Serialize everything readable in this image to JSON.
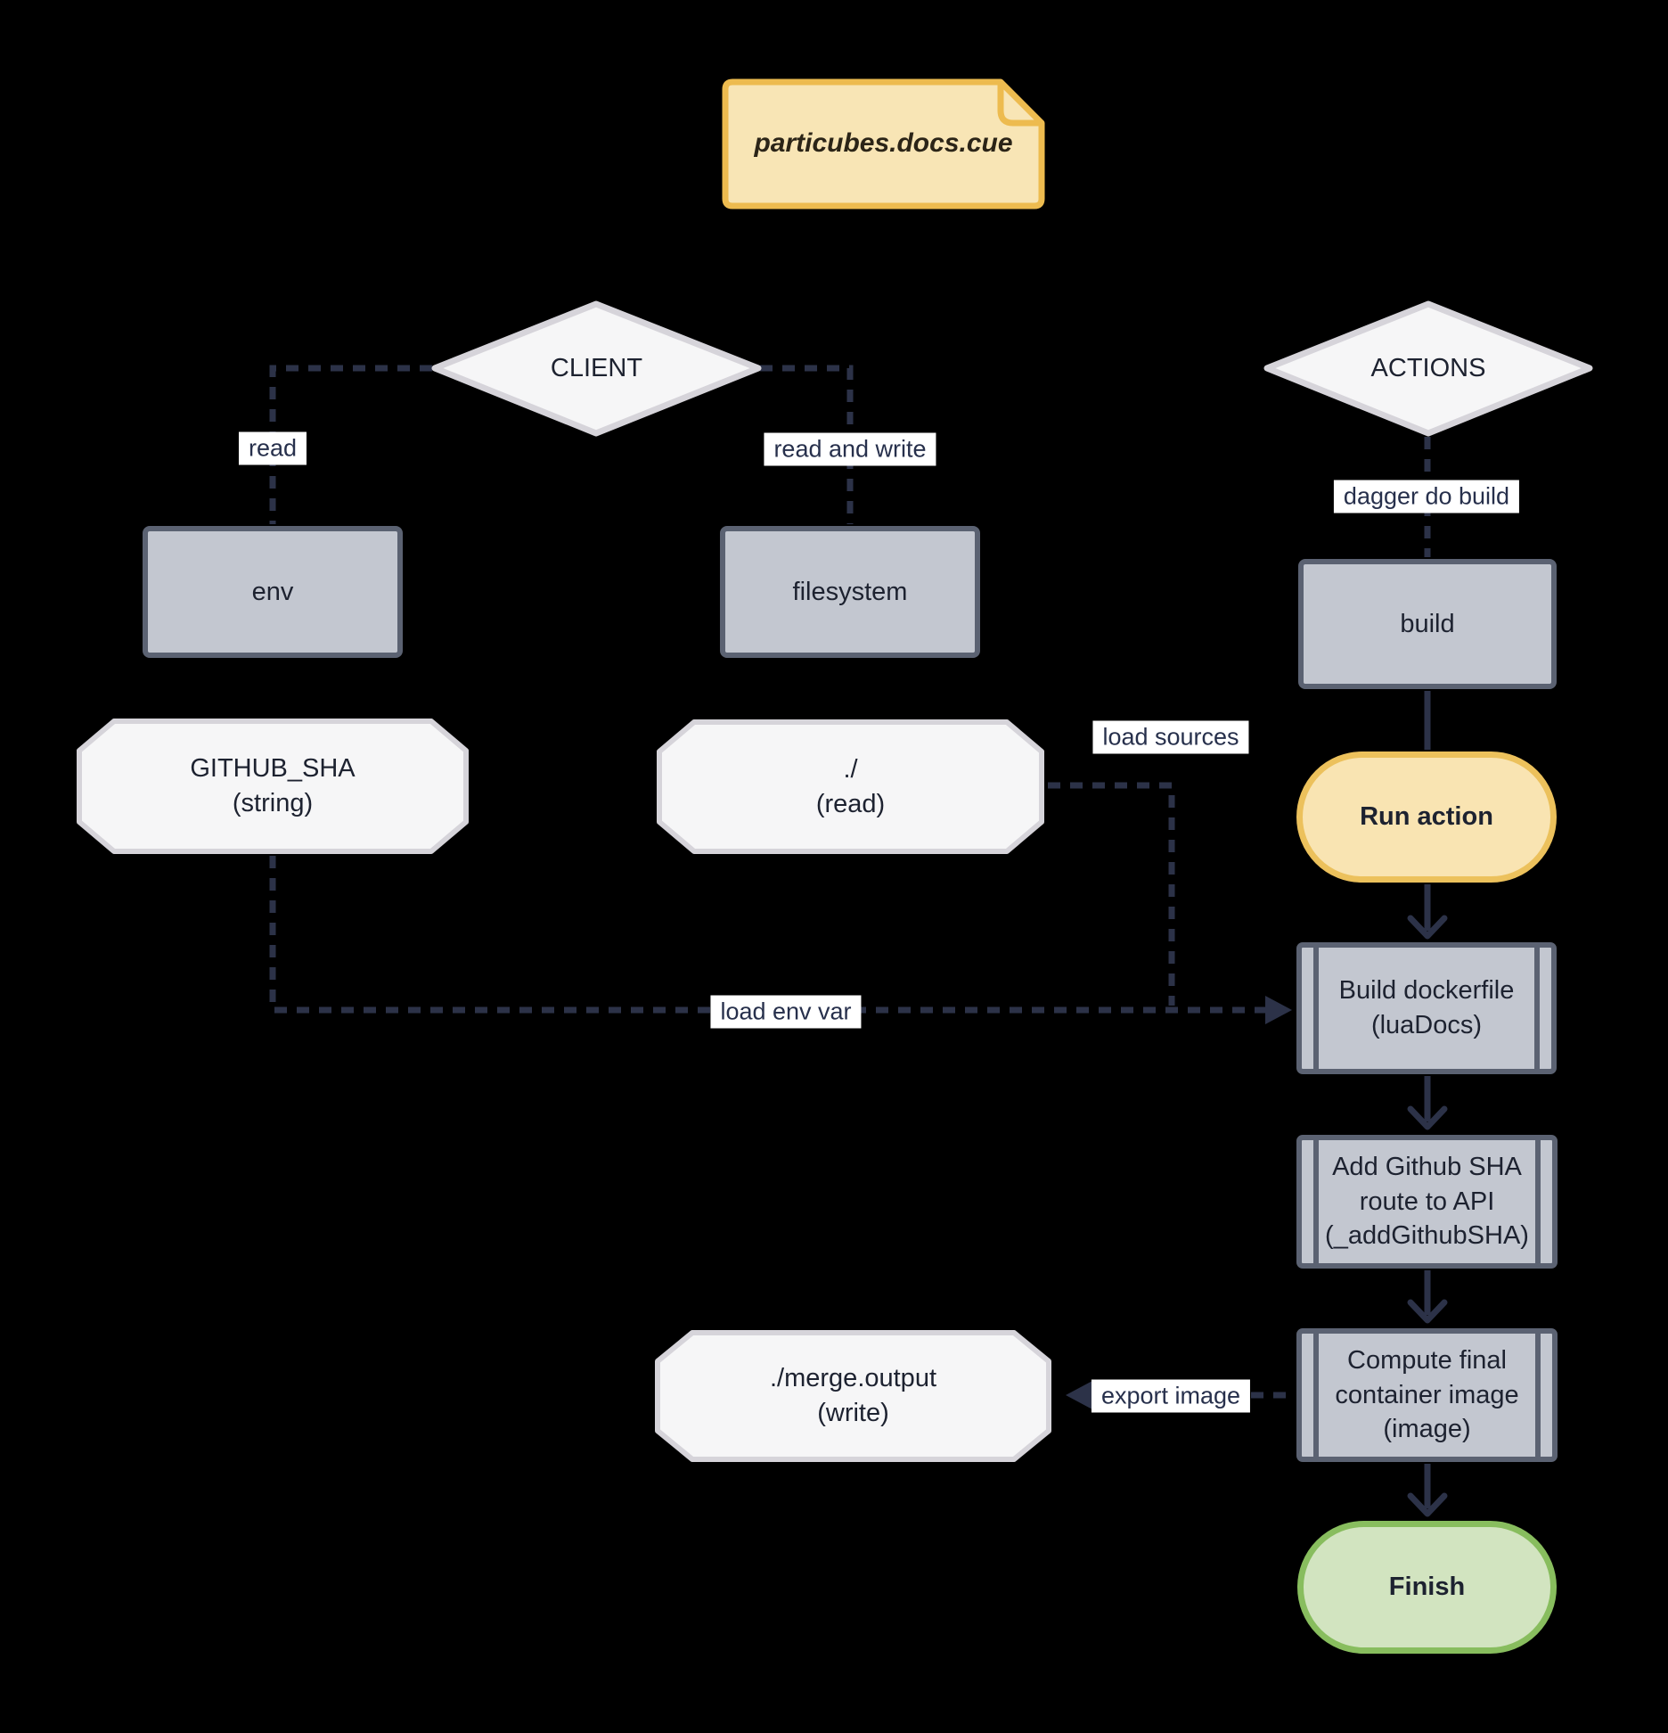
{
  "diagram": {
    "title_note": {
      "label": "particubes.docs.cue"
    },
    "nodes": {
      "client": {
        "label": "CLIENT"
      },
      "actions": {
        "label": "ACTIONS"
      },
      "env": {
        "label": "env"
      },
      "filesystem": {
        "label": "filesystem"
      },
      "build": {
        "label": "build"
      },
      "github_sha": {
        "lines": [
          "GITHUB_SHA",
          "(string)"
        ]
      },
      "fs_read": {
        "lines": [
          "./",
          "(read)"
        ]
      },
      "run_action": {
        "label": "Run action"
      },
      "build_dockerfile": {
        "lines": [
          "Build dockerfile",
          "(luaDocs)"
        ]
      },
      "add_github_sha": {
        "lines": [
          "Add Github SHA",
          "route to API",
          "(_addGithubSHA)"
        ]
      },
      "compute_image": {
        "lines": [
          "Compute final",
          "container image",
          "(image)"
        ]
      },
      "merge_output": {
        "lines": [
          "./merge.output",
          "(write)"
        ]
      },
      "finish": {
        "label": "Finish"
      }
    },
    "edge_labels": {
      "read": "read",
      "read_and_write": "read and write",
      "dagger_do_build": "dagger do build",
      "load_sources": "load sources",
      "load_env_var": "load env var",
      "export_image": "export image"
    },
    "colors": {
      "background": "#000000",
      "edge": "#2c3248",
      "gray_node_fill": "#c3c7d0",
      "gray_node_border": "#5b6272",
      "light_node_fill": "#f6f6f7",
      "light_node_border": "#d6d4da",
      "note_fill": "#f8e5b5",
      "note_border": "#edbb4f",
      "run_action_fill": "#f9e4b2",
      "run_action_border": "#ecc15c",
      "finish_fill": "#d2e4c0",
      "finish_border": "#88bd5e",
      "label_bg": "#ffffff",
      "label_text": "#27304c",
      "node_text": "#1d2230"
    }
  }
}
